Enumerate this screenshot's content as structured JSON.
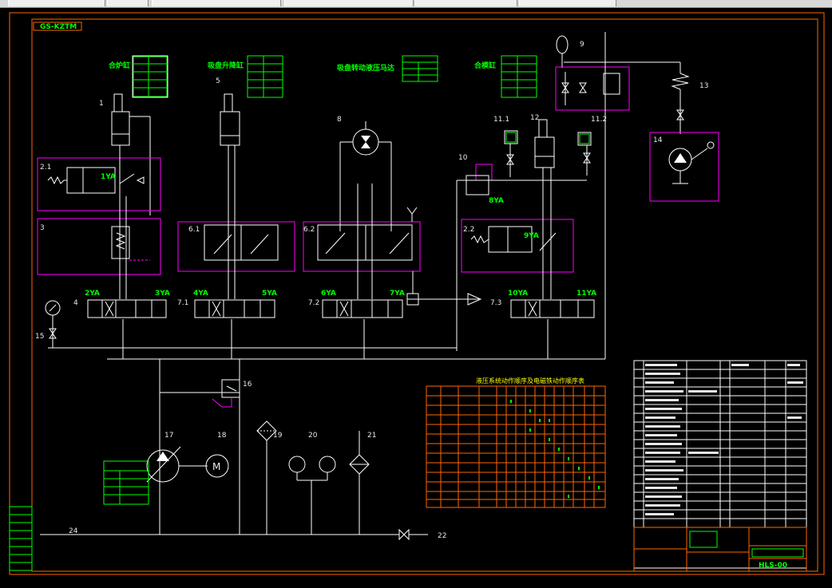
{
  "frame": {
    "tag": "GS-KZTM"
  },
  "circuits": {
    "c1": "合炉缸",
    "c2": "吸盘升降缸",
    "c3": "吸盘转动液压马达",
    "c4": "合模缸"
  },
  "components": {
    "n1": "1",
    "n5": "5",
    "n8": "8",
    "n9": "9",
    "n10": "10",
    "n11_1": "11.1",
    "n11_2": "11.2",
    "n12": "12",
    "n13": "13",
    "n14": "14",
    "n2_1": "2.1",
    "n2_2": "2.2",
    "n3": "3",
    "n4": "4",
    "n6_1": "6.1",
    "n6_2": "6.2",
    "n7_1": "7.1",
    "n7_2": "7.2",
    "n7_3": "7.3",
    "n15": "15",
    "n16": "16",
    "n17": "17",
    "n18": "18",
    "n19": "19",
    "n20": "20",
    "n21": "21",
    "n22": "22",
    "n24": "24"
  },
  "solenoids": {
    "s1": "1YA",
    "s2": "2YA",
    "s3": "3YA",
    "s4": "4YA",
    "s5": "5YA",
    "s6": "6YA",
    "s7": "7YA",
    "s8": "8YA",
    "s9": "9YA",
    "s10": "10YA",
    "s11": "11YA"
  },
  "table": {
    "title": "液压系统动作顺序及电磁铁动作顺序表"
  },
  "title_block": {
    "drawing_no": "HLS-00"
  },
  "colors": {
    "background": "#000000",
    "lines": "#ffffff",
    "labels": "#00ff00",
    "groups": "#ff00ff",
    "table": "#ff6600",
    "frame": "#ff6600"
  }
}
